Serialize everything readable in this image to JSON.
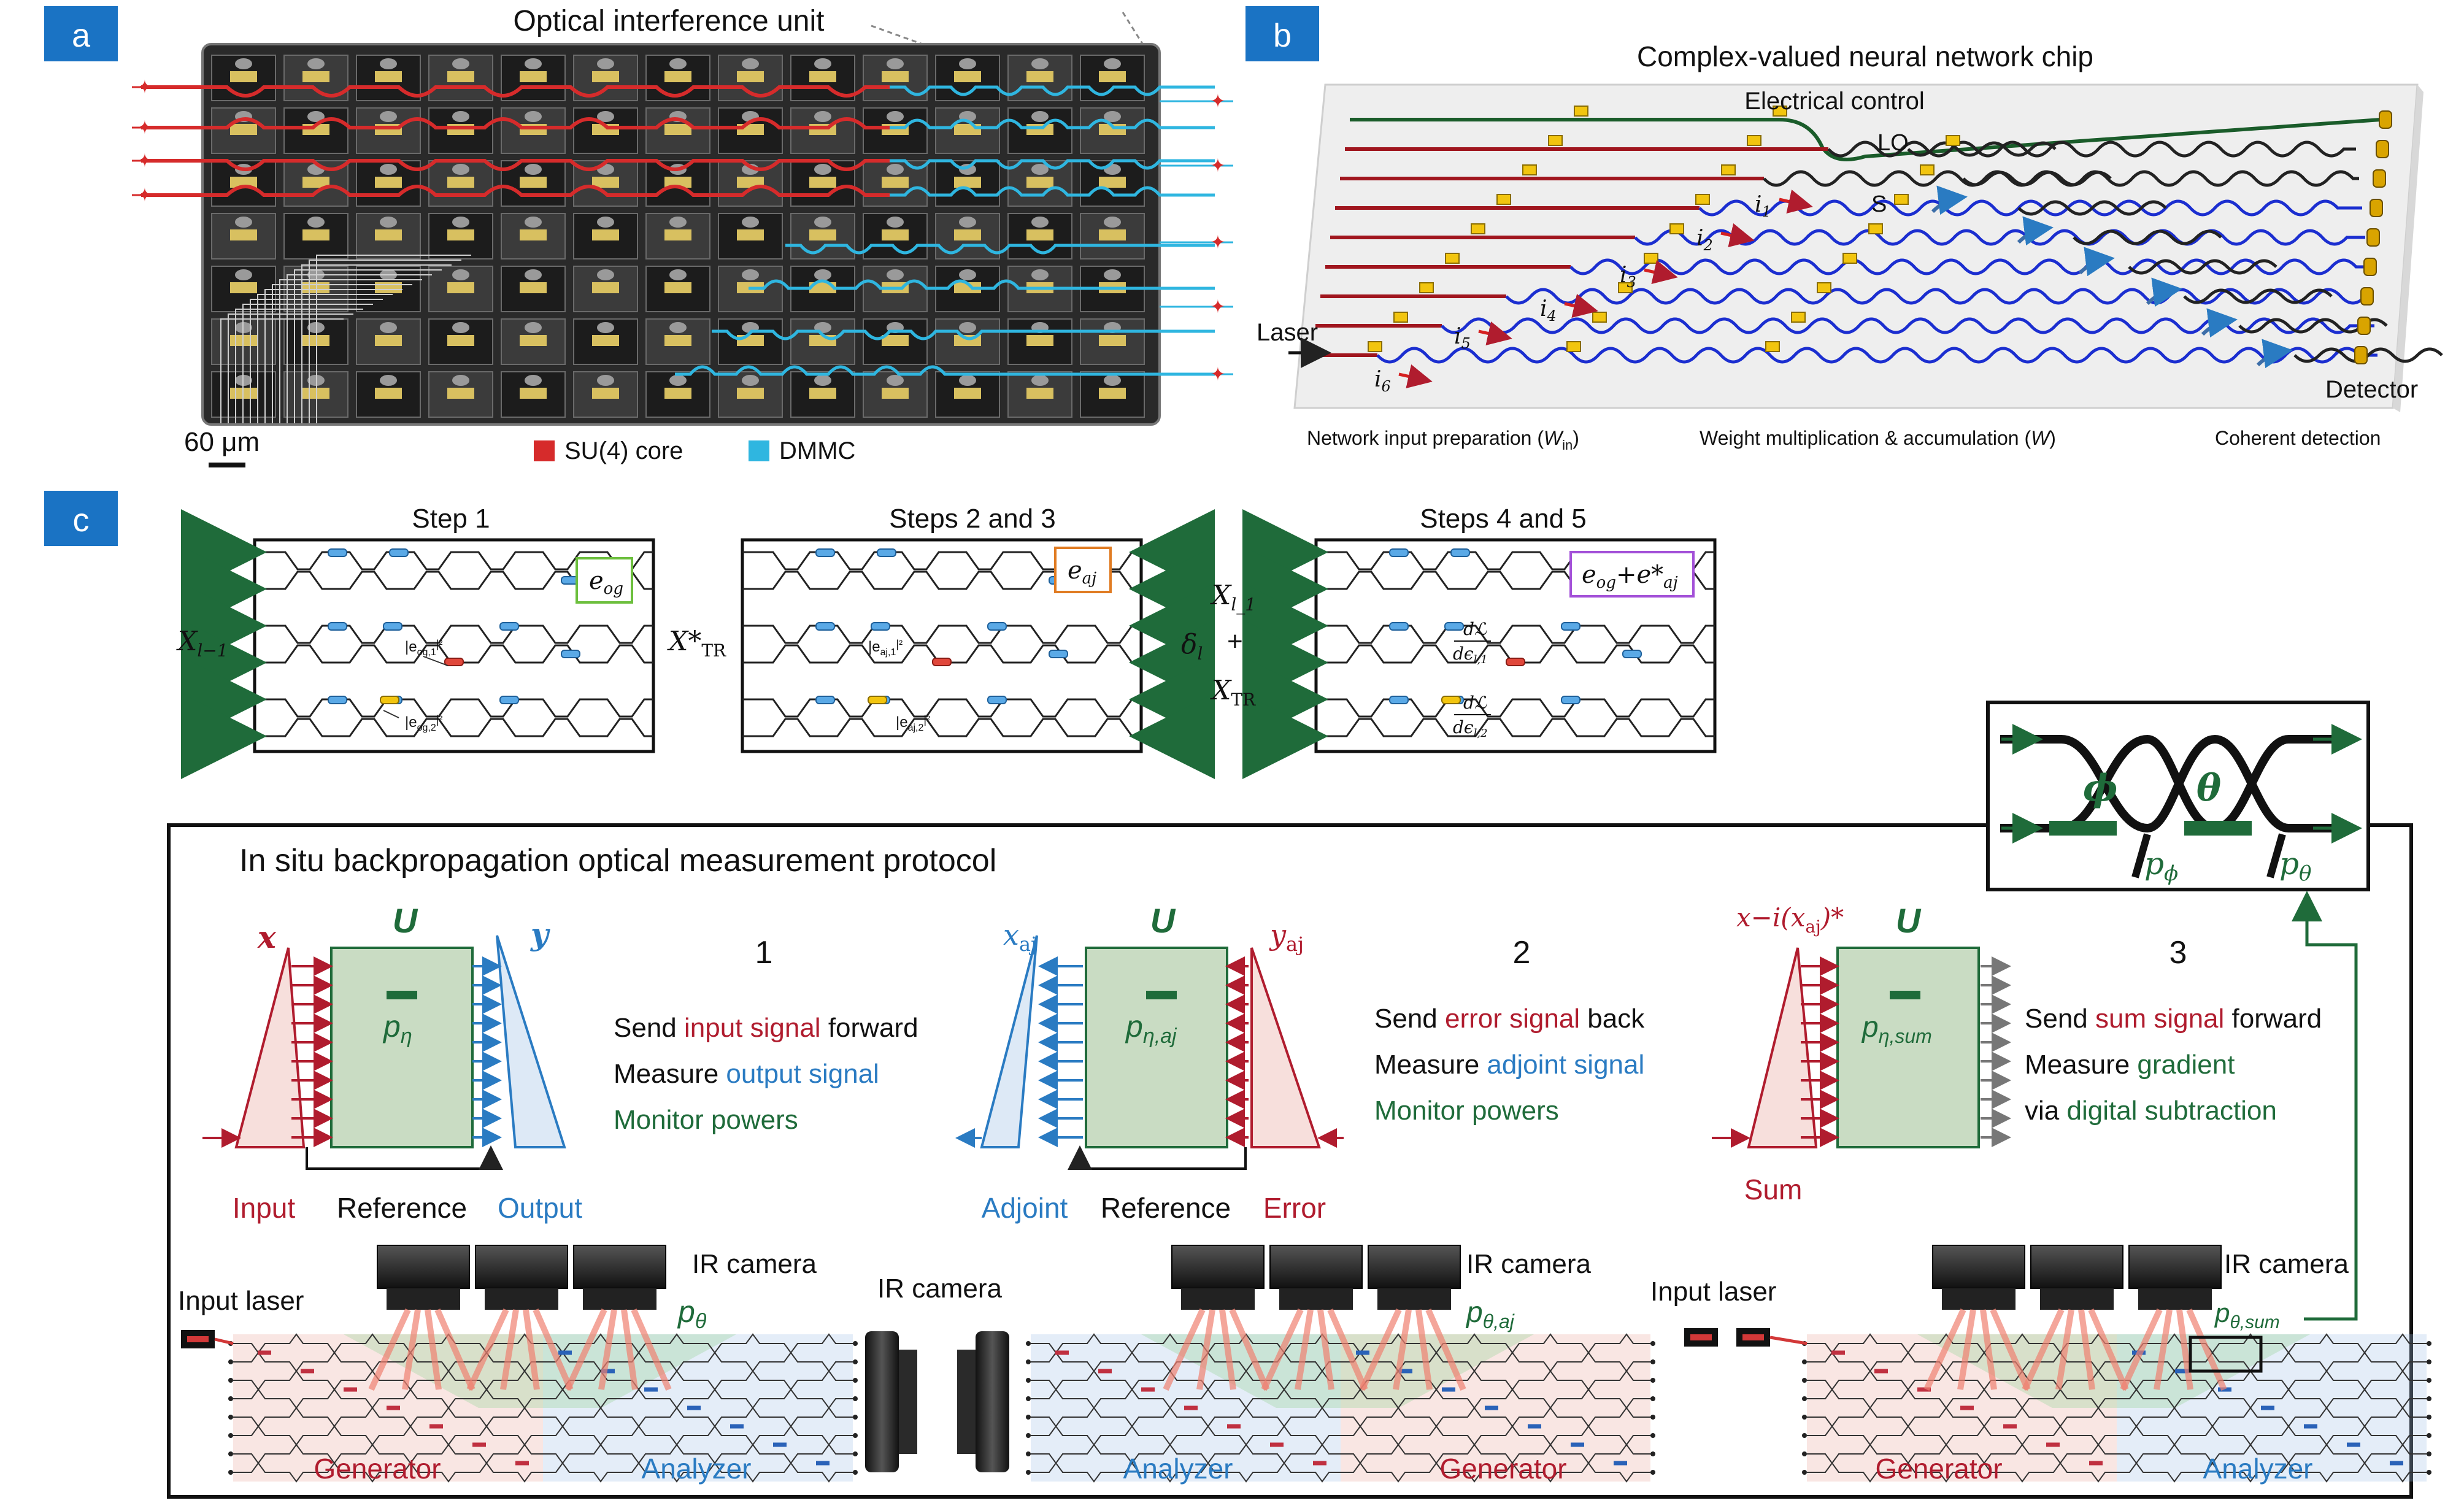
{
  "panel_labels": {
    "a": "a",
    "b": "b",
    "c": "c"
  },
  "colors": {
    "panel_label_bg": "#1a73c4",
    "red": "#b01c2e",
    "blue": "#2a7bc2",
    "green": "#1f6b3a",
    "orange": "#e07b22",
    "purple": "#a350d8",
    "cyan": "#2fb6e0",
    "yellow": "#f2c50f",
    "navy": "#1b2ed0"
  },
  "panel_a": {
    "title": "Optical interference unit",
    "scale_bar": "60 μm",
    "legend": [
      {
        "label": "SU(4) core",
        "color": "#d62b2b"
      },
      {
        "label": "DMMC",
        "color": "#2fb6e0"
      }
    ]
  },
  "panel_b": {
    "title": "Complex-valued neural network chip",
    "electrical_control": "Electrical control",
    "lo": "LO",
    "s": "S",
    "laser": "Laser",
    "detector": "Detector",
    "currents": [
      {
        "base": "i",
        "sub": "1"
      },
      {
        "base": "i",
        "sub": "2"
      },
      {
        "base": "i",
        "sub": "3"
      },
      {
        "base": "i",
        "sub": "4"
      },
      {
        "base": "i",
        "sub": "5"
      },
      {
        "base": "i",
        "sub": "6"
      }
    ],
    "bottom": {
      "input_prep": "Network input preparation (",
      "input_prep_w": "W",
      "input_prep_sub": "in",
      "input_prep_end": ")",
      "weight": "Weight multiplication & accumulation (",
      "weight_w": "W",
      "weight_end": ")",
      "coherent": "Coherent detection"
    }
  },
  "panel_c": {
    "steps": [
      {
        "title": "Step 1",
        "left_label": "X",
        "left_sub": "l−1",
        "box_label": "e",
        "box_sub": "og",
        "ann1": "|e",
        "ann1_sub": "og,1",
        "ann1_end": "|²",
        "ann2": "|e",
        "ann2_sub": "og,2",
        "ann2_end": "|²"
      },
      {
        "title": "Steps 2 and 3",
        "left_label": "X*",
        "left_sub": "TR",
        "box_label": "e",
        "box_sub": "aj",
        "ann1": "|e",
        "ann1_sub": "aj,1",
        "ann1_end": "|²",
        "ann2": "|e",
        "ann2_sub": "aj,2",
        "ann2_end": "|²"
      },
      {
        "title": "Steps 4 and 5",
        "left_top": "X",
        "left_top_sub": "l_1",
        "delta": "δ",
        "delta_sub": "l",
        "plus": "+",
        "left_bot": "X",
        "left_bot_sub": "TR",
        "box_label": "e",
        "box_sub": "og",
        "box_plus": "+e*",
        "box_sub2": "aj",
        "deriv1_num": "dℒ",
        "deriv1_den": "dϵ",
        "deriv1_den_sub": "l,1",
        "deriv2_num": "dℒ",
        "deriv2_den": "dϵ",
        "deriv2_den_sub": "l,2"
      }
    ],
    "protocol_title": "In situ backpropagation optical measurement protocol",
    "mzi": {
      "phi": "ϕ",
      "theta": "θ",
      "p_phi": "p",
      "p_phi_sub": "ϕ",
      "p_theta": "p",
      "p_theta_sub": "θ"
    },
    "blocks": [
      {
        "number": "1",
        "in_label": "x",
        "U": "U",
        "out_label": "y",
        "p": "p",
        "p_sub": "η",
        "bottom_left": "Input",
        "bottom_mid": "Reference",
        "bottom_right": "Output",
        "lines": [
          [
            {
              "t": "Send ",
              "c": "k"
            },
            {
              "t": "input signal",
              "c": "r"
            },
            {
              "t": " forward",
              "c": "k"
            }
          ],
          [
            {
              "t": "Measure ",
              "c": "k"
            },
            {
              "t": "output signal",
              "c": "b"
            }
          ],
          [
            {
              "t": "Monitor powers",
              "c": "g"
            }
          ]
        ]
      },
      {
        "number": "2",
        "in_label": "x",
        "in_sub": "aj",
        "U": "U",
        "out_label": "y",
        "out_sub": "aj",
        "p": "p",
        "p_sub": "η,aj",
        "bottom_left": "Adjoint",
        "bottom_mid": "Reference",
        "bottom_right": "Error",
        "lines": [
          [
            {
              "t": "Send ",
              "c": "k"
            },
            {
              "t": "error signal",
              "c": "r"
            },
            {
              "t": " back",
              "c": "k"
            }
          ],
          [
            {
              "t": "Measure ",
              "c": "k"
            },
            {
              "t": "adjoint signal",
              "c": "b"
            }
          ],
          [
            {
              "t": "Monitor powers",
              "c": "g"
            }
          ]
        ]
      },
      {
        "number": "3",
        "in_label": "x−i(x",
        "in_sub": "aj",
        "in_end": ")*",
        "U": "U",
        "p": "p",
        "p_sub": "η,sum",
        "bottom_left": "Sum",
        "lines": [
          [
            {
              "t": "Send ",
              "c": "k"
            },
            {
              "t": "sum signal",
              "c": "r"
            },
            {
              "t": " forward",
              "c": "k"
            }
          ],
          [
            {
              "t": "Measure ",
              "c": "k"
            },
            {
              "t": "gradient",
              "c": "g"
            }
          ],
          [
            {
              "t": "via ",
              "c": "k"
            },
            {
              "t": "digital subtraction",
              "c": "g"
            }
          ]
        ]
      }
    ],
    "hardware": {
      "input_laser": "Input laser",
      "ir_camera": "IR camera",
      "p_theta": "p",
      "p_theta_sub": "θ",
      "p_theta_aj_sub": "θ,aj",
      "p_theta_sum_sub": "θ,sum",
      "generator": "Generator",
      "analyzer": "Analyzer"
    }
  }
}
